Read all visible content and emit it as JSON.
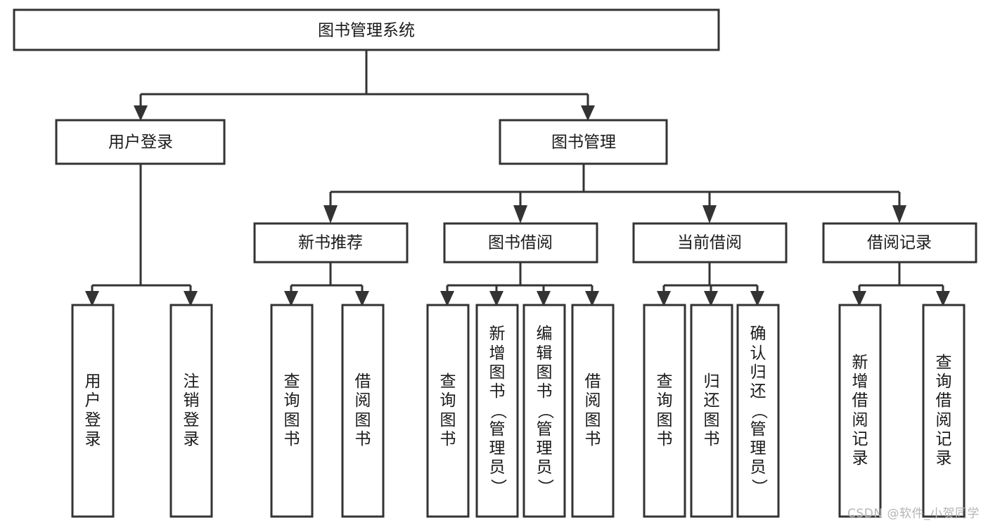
{
  "diagram": {
    "title": "图书管理系统",
    "type": "hierarchy-tree",
    "orientation": "top-down",
    "colors": {
      "box_stroke": "#333333",
      "box_fill": "#ffffff",
      "connector": "#333333",
      "text": "#1a1a1a",
      "background": "#ffffff",
      "watermark": "#b5b5b5"
    },
    "root": {
      "id": "root",
      "label": "图书管理系统"
    },
    "level2": [
      {
        "id": "user-login",
        "label": "用户登录"
      },
      {
        "id": "book-manage",
        "label": "图书管理"
      }
    ],
    "level3": [
      {
        "id": "new-book-recommend",
        "label": "新书推荐",
        "parent": "book-manage"
      },
      {
        "id": "book-borrow",
        "label": "图书借阅",
        "parent": "book-manage"
      },
      {
        "id": "current-borrow",
        "label": "当前借阅",
        "parent": "book-manage"
      },
      {
        "id": "borrow-record",
        "label": "借阅记录",
        "parent": "book-manage"
      }
    ],
    "leaves": {
      "user-login": [
        {
          "id": "leaf-user-login",
          "label": "用户登录"
        },
        {
          "id": "leaf-logout-login",
          "label": "注销登录"
        }
      ],
      "new-book-recommend": [
        {
          "id": "leaf-query-book-1",
          "label": "查询图书"
        },
        {
          "id": "leaf-borrow-book-1",
          "label": "借阅图书"
        }
      ],
      "book-borrow": [
        {
          "id": "leaf-query-book-2",
          "label": "查询图书"
        },
        {
          "id": "leaf-add-book",
          "label": "新增图书（管理员）"
        },
        {
          "id": "leaf-edit-book",
          "label": "编辑图书（管理员）"
        },
        {
          "id": "leaf-borrow-book-2",
          "label": "借阅图书"
        }
      ],
      "current-borrow": [
        {
          "id": "leaf-query-book-3",
          "label": "查询图书"
        },
        {
          "id": "leaf-return-book",
          "label": "归还图书"
        },
        {
          "id": "leaf-confirm-return",
          "label": "确认归还（管理员）"
        }
      ],
      "borrow-record": [
        {
          "id": "leaf-add-record",
          "label": "新增借阅记录"
        },
        {
          "id": "leaf-query-record",
          "label": "查询借阅记录"
        }
      ]
    }
  },
  "watermark": {
    "text": "CSDN @软件_小贺同学"
  }
}
